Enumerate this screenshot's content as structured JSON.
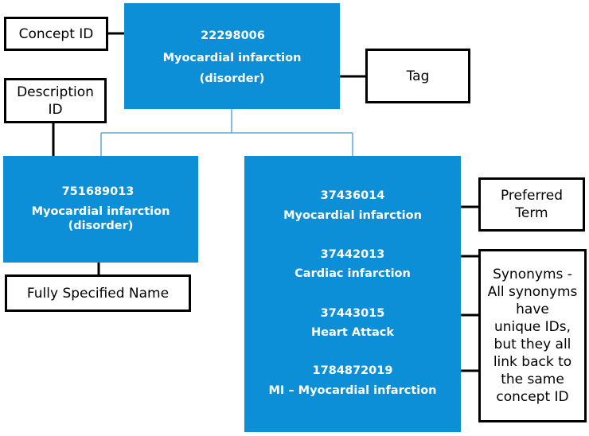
{
  "concept": {
    "id": "22298006",
    "name": "Myocardial infarction",
    "tag": "(disorder)"
  },
  "fsn_box": {
    "id": "751689013",
    "name": "Myocardial infarction",
    "tag": "(disorder)"
  },
  "descriptions": [
    {
      "id": "37436014",
      "term": "Myocardial infarction"
    },
    {
      "id": "37442013",
      "term": "Cardiac infarction"
    },
    {
      "id": "37443015",
      "term": "Heart Attack"
    },
    {
      "id": "1784872019",
      "term": "MI – Myocardial infarction"
    }
  ],
  "labels": {
    "concept_id": "Concept ID",
    "tag": "Tag",
    "description_id": [
      "Description",
      "ID"
    ],
    "preferred_term": [
      "Preferred",
      "Term"
    ],
    "fully_specified_name": "Fully Specified Name",
    "synonyms": [
      "Synonyms -",
      "All synonyms",
      "have",
      "unique IDs,",
      "but they all",
      "link back to",
      "the same",
      "concept ID"
    ]
  },
  "colors": {
    "box_fill": "#0d8fd8",
    "connector": "#5aa7d6",
    "arrow": "#000000"
  }
}
